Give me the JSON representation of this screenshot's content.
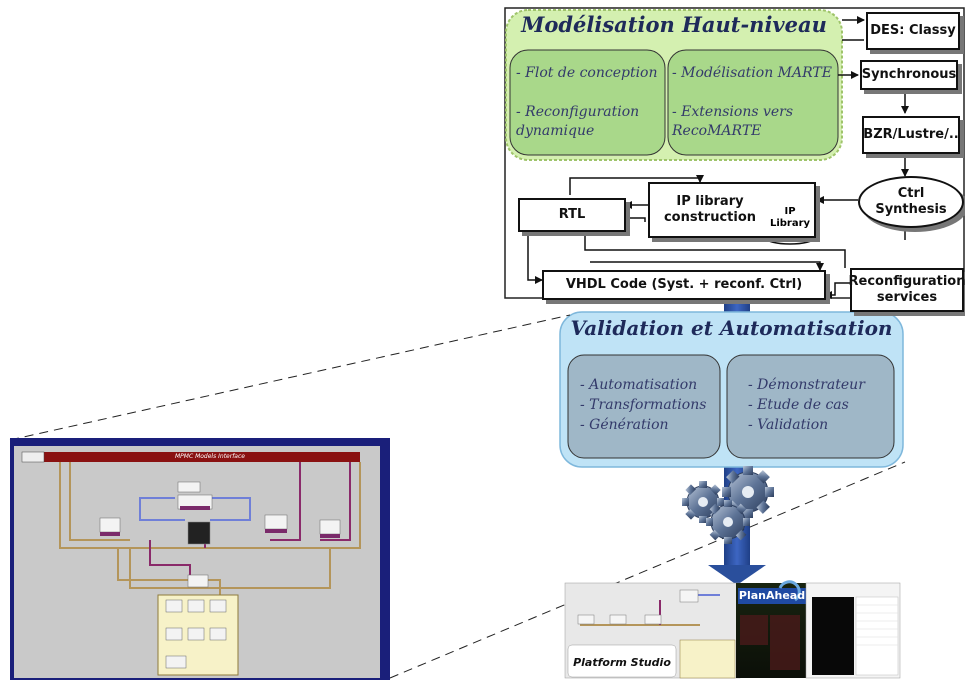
{
  "high_level": {
    "title": "Modélisation Haut-niveau",
    "left_items": [
      "- Flot de conception",
      "- Reconfiguration dynamique"
    ],
    "right_items": [
      "- Modélisation MARTE",
      "- Extensions vers RecoMARTE"
    ]
  },
  "blocks": {
    "des": "DES: Classy",
    "synchronous": "Synchronous",
    "bzr": "BZR/Lustre/..",
    "ctrl_synthesis": "Ctrl Synthesis",
    "ip_library_construction": "IP library construction",
    "ip_library": "IP Library",
    "rtl": "RTL",
    "reconfiguration_services": "Reconfiguration services",
    "vhdl": "VHDL Code (Syst. + reconf. Ctrl)"
  },
  "validation": {
    "title": "Validation et Automatisation",
    "left_items": [
      "- Automatisation",
      "- Transformations",
      "- Génération"
    ],
    "right_items": [
      "- Démonstrateur",
      "- Etude de cas",
      "- Validation"
    ]
  },
  "screenshot": {
    "banner": "MPMC Models Interface"
  },
  "tools": {
    "plan_ahead": "PlanAhead",
    "platform_studio": "Platform Studio"
  },
  "colors": {
    "green_panel": "#d4f0b0",
    "green_item": "#a9d88a",
    "blue_panel": "#bfe3f6",
    "blue_item": "#9fb7c7",
    "arrow_blue": "#2a4f9c",
    "banner_red": "#8a1111"
  }
}
